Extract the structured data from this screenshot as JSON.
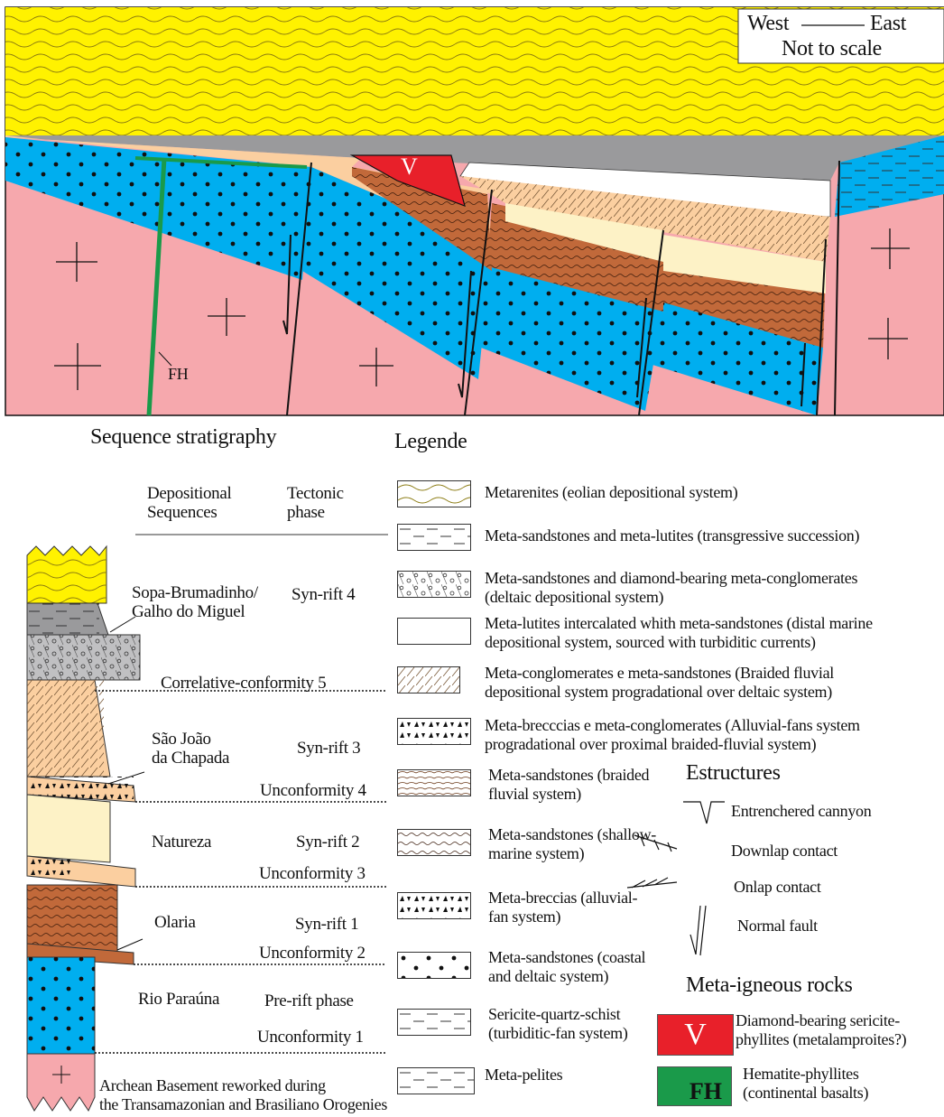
{
  "section": {
    "orientation_west": "West",
    "orientation_east": "East",
    "scale_note": "Not to scale",
    "fh_label": "FH",
    "v_label": "V"
  },
  "column": {
    "title": "Sequence stratigraphy",
    "header_sequences": "Depositional Sequences",
    "header_sequences_l1": "Depositional",
    "header_sequences_l2": "Sequences",
    "header_phase_l1": "Tectonic",
    "header_phase_l2": "phase",
    "sequences": [
      {
        "name_l1": "Sopa-Brumadinho/",
        "name_l2": "Galho do Miguel",
        "phase": "Syn-rift 4"
      },
      {
        "name_l1": "São João",
        "name_l2": "da Chapada",
        "phase": "Syn-rift 3"
      },
      {
        "name_l1": "Natureza",
        "name_l2": "",
        "phase": "Syn-rift 2"
      },
      {
        "name_l1": "Olaria",
        "name_l2": "",
        "phase": "Syn-rift 1"
      },
      {
        "name_l1": "Rio Paraúna",
        "name_l2": "",
        "phase": "Pre-rift phase"
      }
    ],
    "boundaries": [
      "Correlative-conformity  5",
      "Unconformity 4",
      "Unconformity 3",
      "Unconformity 2",
      "Unconformity 1"
    ],
    "basement_l1": "Archean Basement reworked during",
    "basement_l2": "the Transamazonian and Brasiliano Orogenies"
  },
  "legend": {
    "title": "Legende",
    "items": [
      {
        "l1": "Metarenites (eolian depositional system)",
        "l2": ""
      },
      {
        "l1": "Meta-sandstones and meta-lutites (transgressive succession)",
        "l2": ""
      },
      {
        "l1": "Meta-sandstones and diamond-bearing meta-conglomerates",
        "l2": "(deltaic depositional system)"
      },
      {
        "l1": "Meta-lutites intercalated whith meta-sandstones (distal marine",
        "l2": "depositional system, sourced with turbiditic currents)"
      },
      {
        "l1": "Meta-conglomerates e meta-sandstones (Braided fluvial",
        "l2": "depositional system progradational over deltaic system)"
      },
      {
        "l1": "Meta-brecccias e meta-conglomerates (Alluvial-fans system",
        "l2": "progradational over proximal braided-fluvial system)"
      },
      {
        "l1": "Meta-sandstones (braided",
        "l2": "fluvial system)"
      },
      {
        "l1": "Meta-sandstones (shallow-",
        "l2": "marine system)"
      },
      {
        "l1": "Meta-breccias (alluvial-",
        "l2": "fan system)"
      },
      {
        "l1": "Meta-sandstones (coastal",
        "l2": "and deltaic system)"
      },
      {
        "l1": "Sericite-quartz-schist",
        "l2": "(turbiditic-fan system)"
      },
      {
        "l1": "Meta-pelites",
        "l2": ""
      }
    ]
  },
  "structures": {
    "title": "Estructures",
    "items": [
      "Entrenchered cannyon",
      "Downlap contact",
      "Onlap contact",
      "Normal fault"
    ]
  },
  "meta_igneous": {
    "title": "Meta-igneous rocks",
    "items": [
      {
        "symbol": "V",
        "l1": "Diamond-bearing sericite-",
        "l2": "phyllites (metalamproites?)",
        "color": "#e8202a"
      },
      {
        "symbol": "FH",
        "l1": "Hematite-phyllites",
        "l2": "(continental basalts)",
        "color": "#1a9a4a"
      }
    ]
  },
  "colors": {
    "yellow": "#fff200",
    "gray": "#9a9a9c",
    "blue": "#00aeef",
    "pink": "#f6a8ad",
    "brown": "#c1693a",
    "tan": "#fbcfa0",
    "cream": "#fdf2c6",
    "red": "#e8202a",
    "green": "#1a9a4a"
  }
}
